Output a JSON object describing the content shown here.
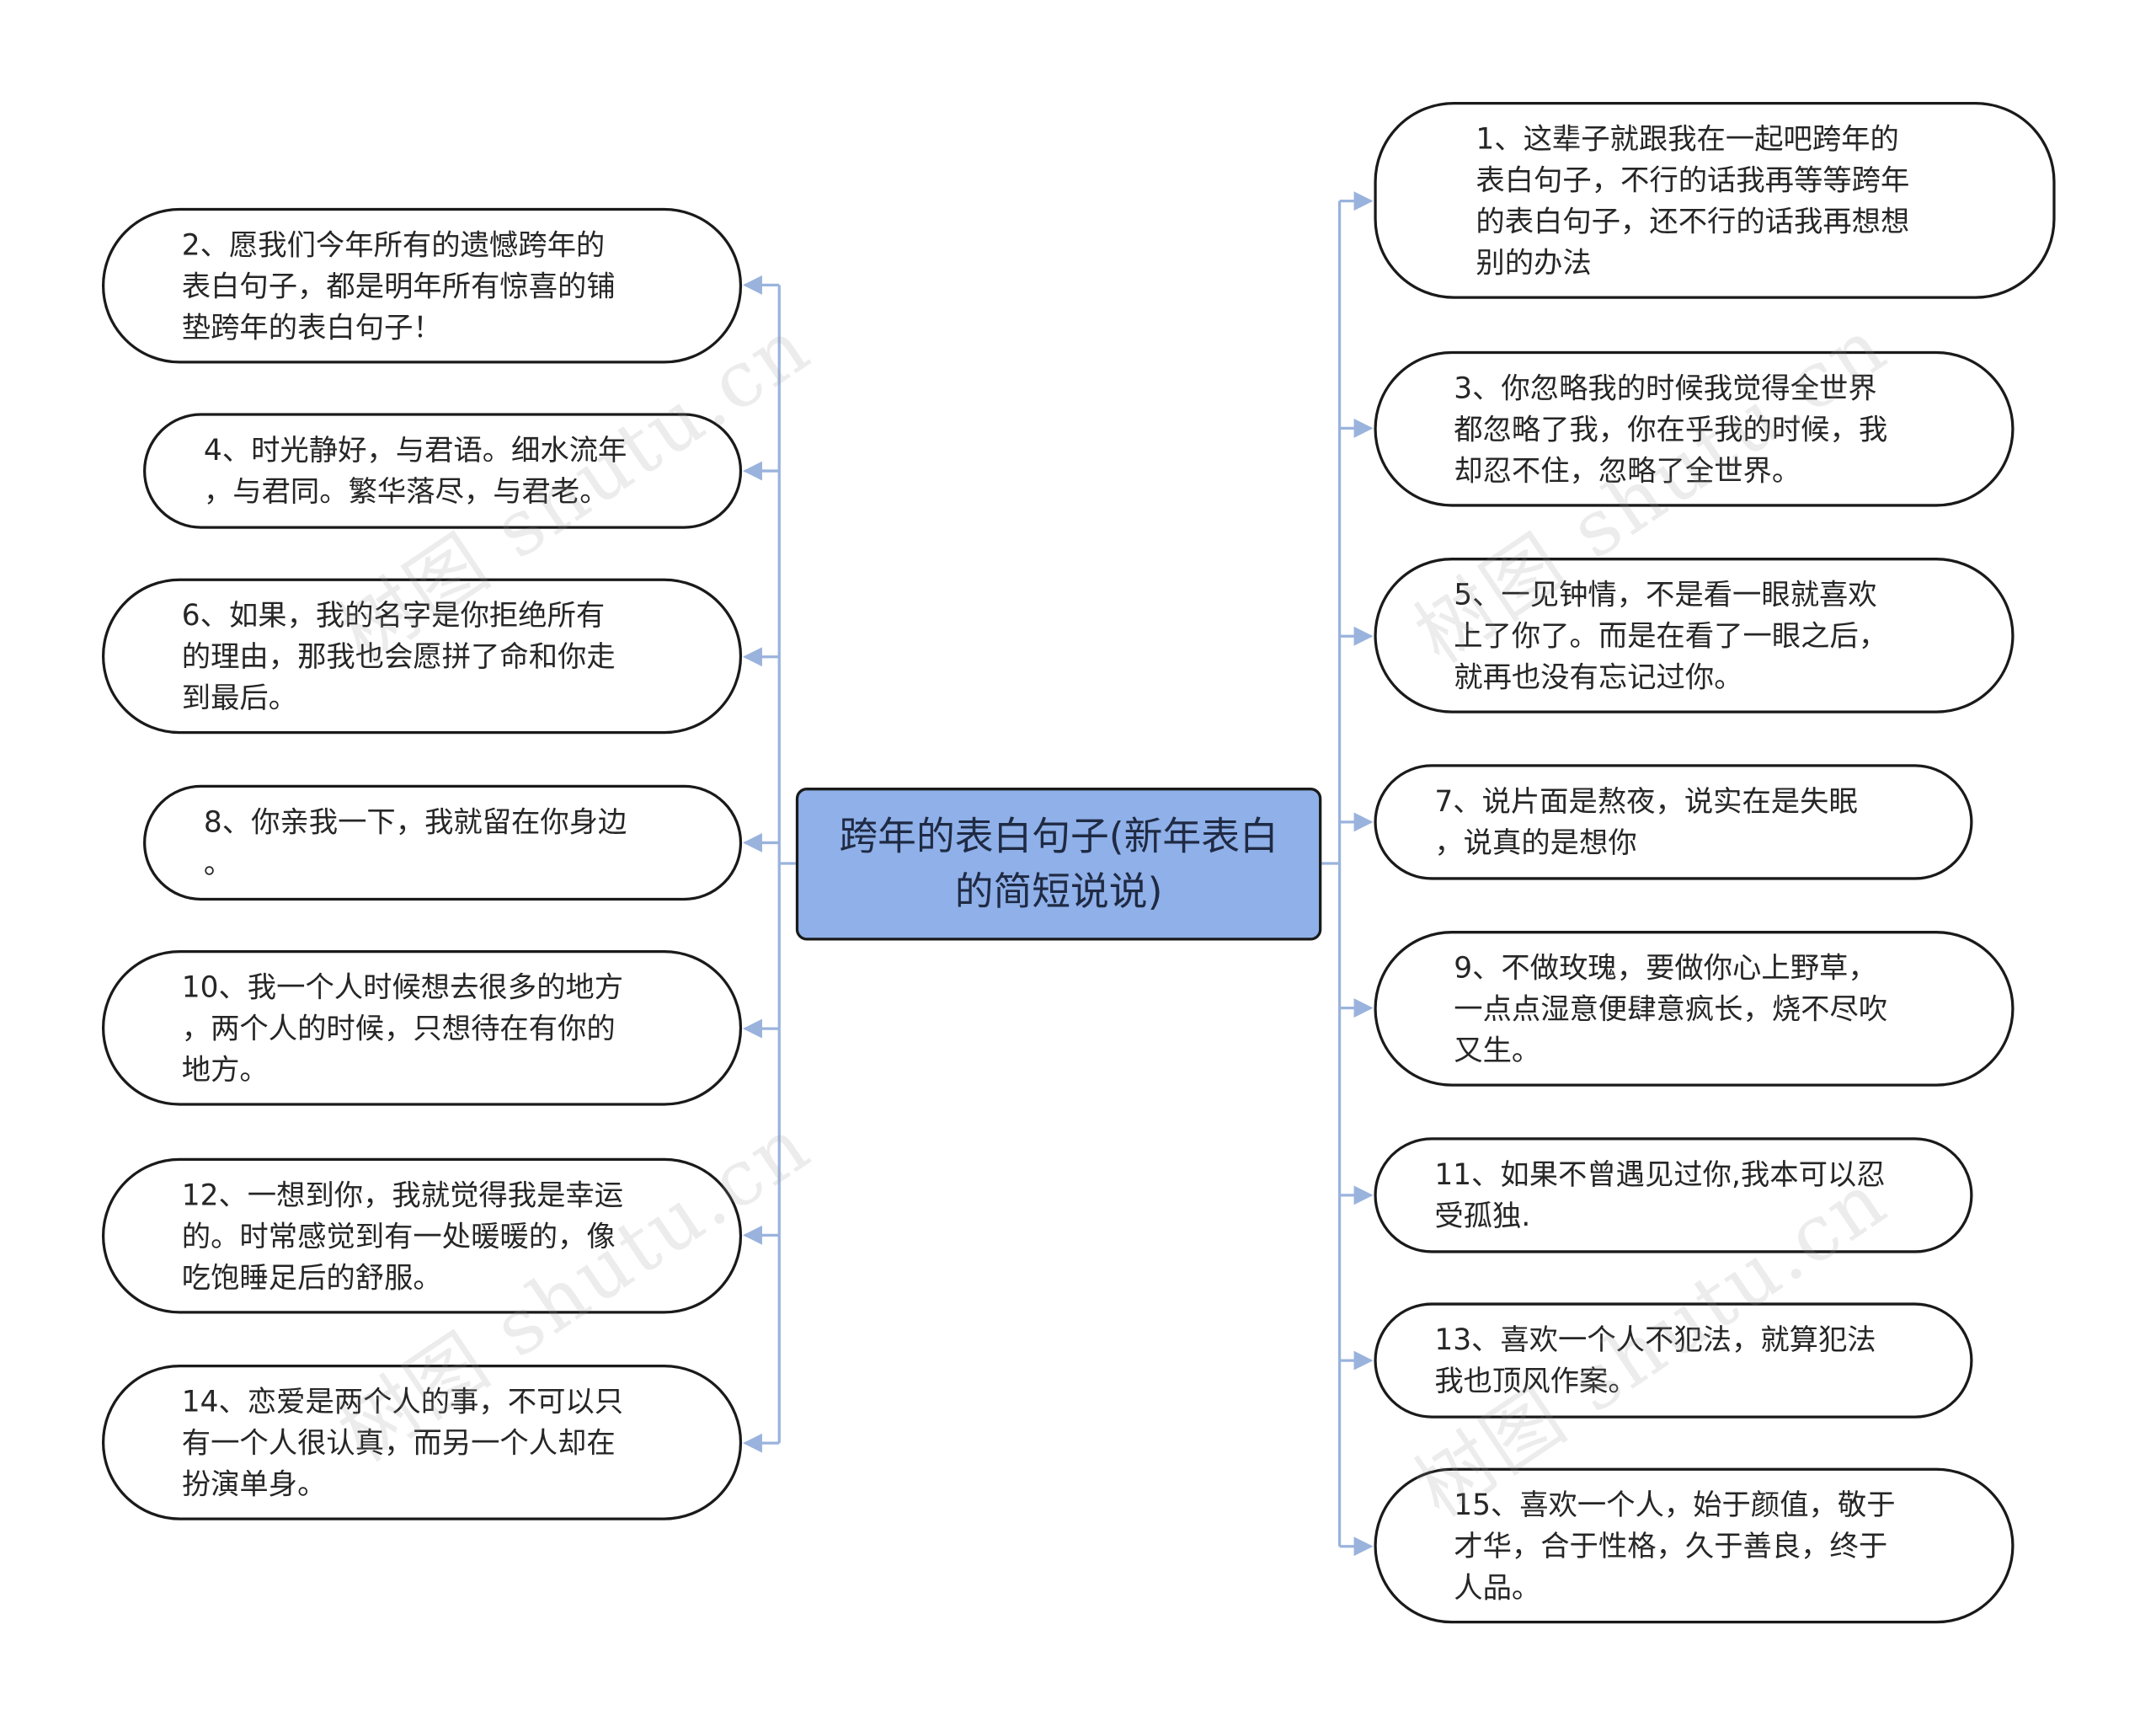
{
  "center": {
    "label": "跨年的表白句子(新年表白\n的简短说说)",
    "fill": "#8fb0e8"
  },
  "left_nodes": [
    {
      "text": "2、愿我们今年所有的遗憾跨年的\n表白句子，都是明年所有惊喜的铺\n垫跨年的表白句子！"
    },
    {
      "text": "4、时光静好，与君语。细水流年\n，与君同。繁华落尽，与君老。"
    },
    {
      "text": "6、如果，我的名字是你拒绝所有\n的理由，那我也会愿拼了命和你走\n到最后。"
    },
    {
      "text": "8、你亲我一下，我就留在你身边\n。"
    },
    {
      "text": "10、我一个人时候想去很多的地方\n，两个人的时候，只想待在有你的\n地方。"
    },
    {
      "text": "12、一想到你，我就觉得我是幸运\n的。时常感觉到有一处暖暖的，像\n吃饱睡足后的舒服。"
    },
    {
      "text": "14、恋爱是两个人的事，不可以只\n有一个人很认真，而另一个人却在\n扮演单身。"
    }
  ],
  "right_nodes": [
    {
      "text": "1、这辈子就跟我在一起吧跨年的\n表白句子，不行的话我再等等跨年\n的表白句子，还不行的话我再想想\n别的办法"
    },
    {
      "text": "3、你忽略我的时候我觉得全世界\n都忽略了我，你在乎我的时候，我\n却忍不住，忽略了全世界。"
    },
    {
      "text": "5、一见钟情，不是看一眼就喜欢\n上了你了。而是在看了一眼之后，\n就再也没有忘记过你。"
    },
    {
      "text": "7、说片面是熬夜，说实在是失眠\n，说真的是想你"
    },
    {
      "text": "9、不做玫瑰，要做你心上野草，\n一点点湿意便肆意疯长，烧不尽吹\n又生。"
    },
    {
      "text": "11、如果不曾遇见过你,我本可以忍\n受孤独."
    },
    {
      "text": "13、喜欢一个人不犯法，就算犯法\n我也顶风作案。"
    },
    {
      "text": "15、喜欢一个人，始于颜值，敬于\n才华，合于性格，久于善良，终于\n人品。"
    }
  ],
  "watermark": "树图 shutu.cn",
  "colors": {
    "connector": "#9ab3dd",
    "border": "#1a1a1a"
  }
}
